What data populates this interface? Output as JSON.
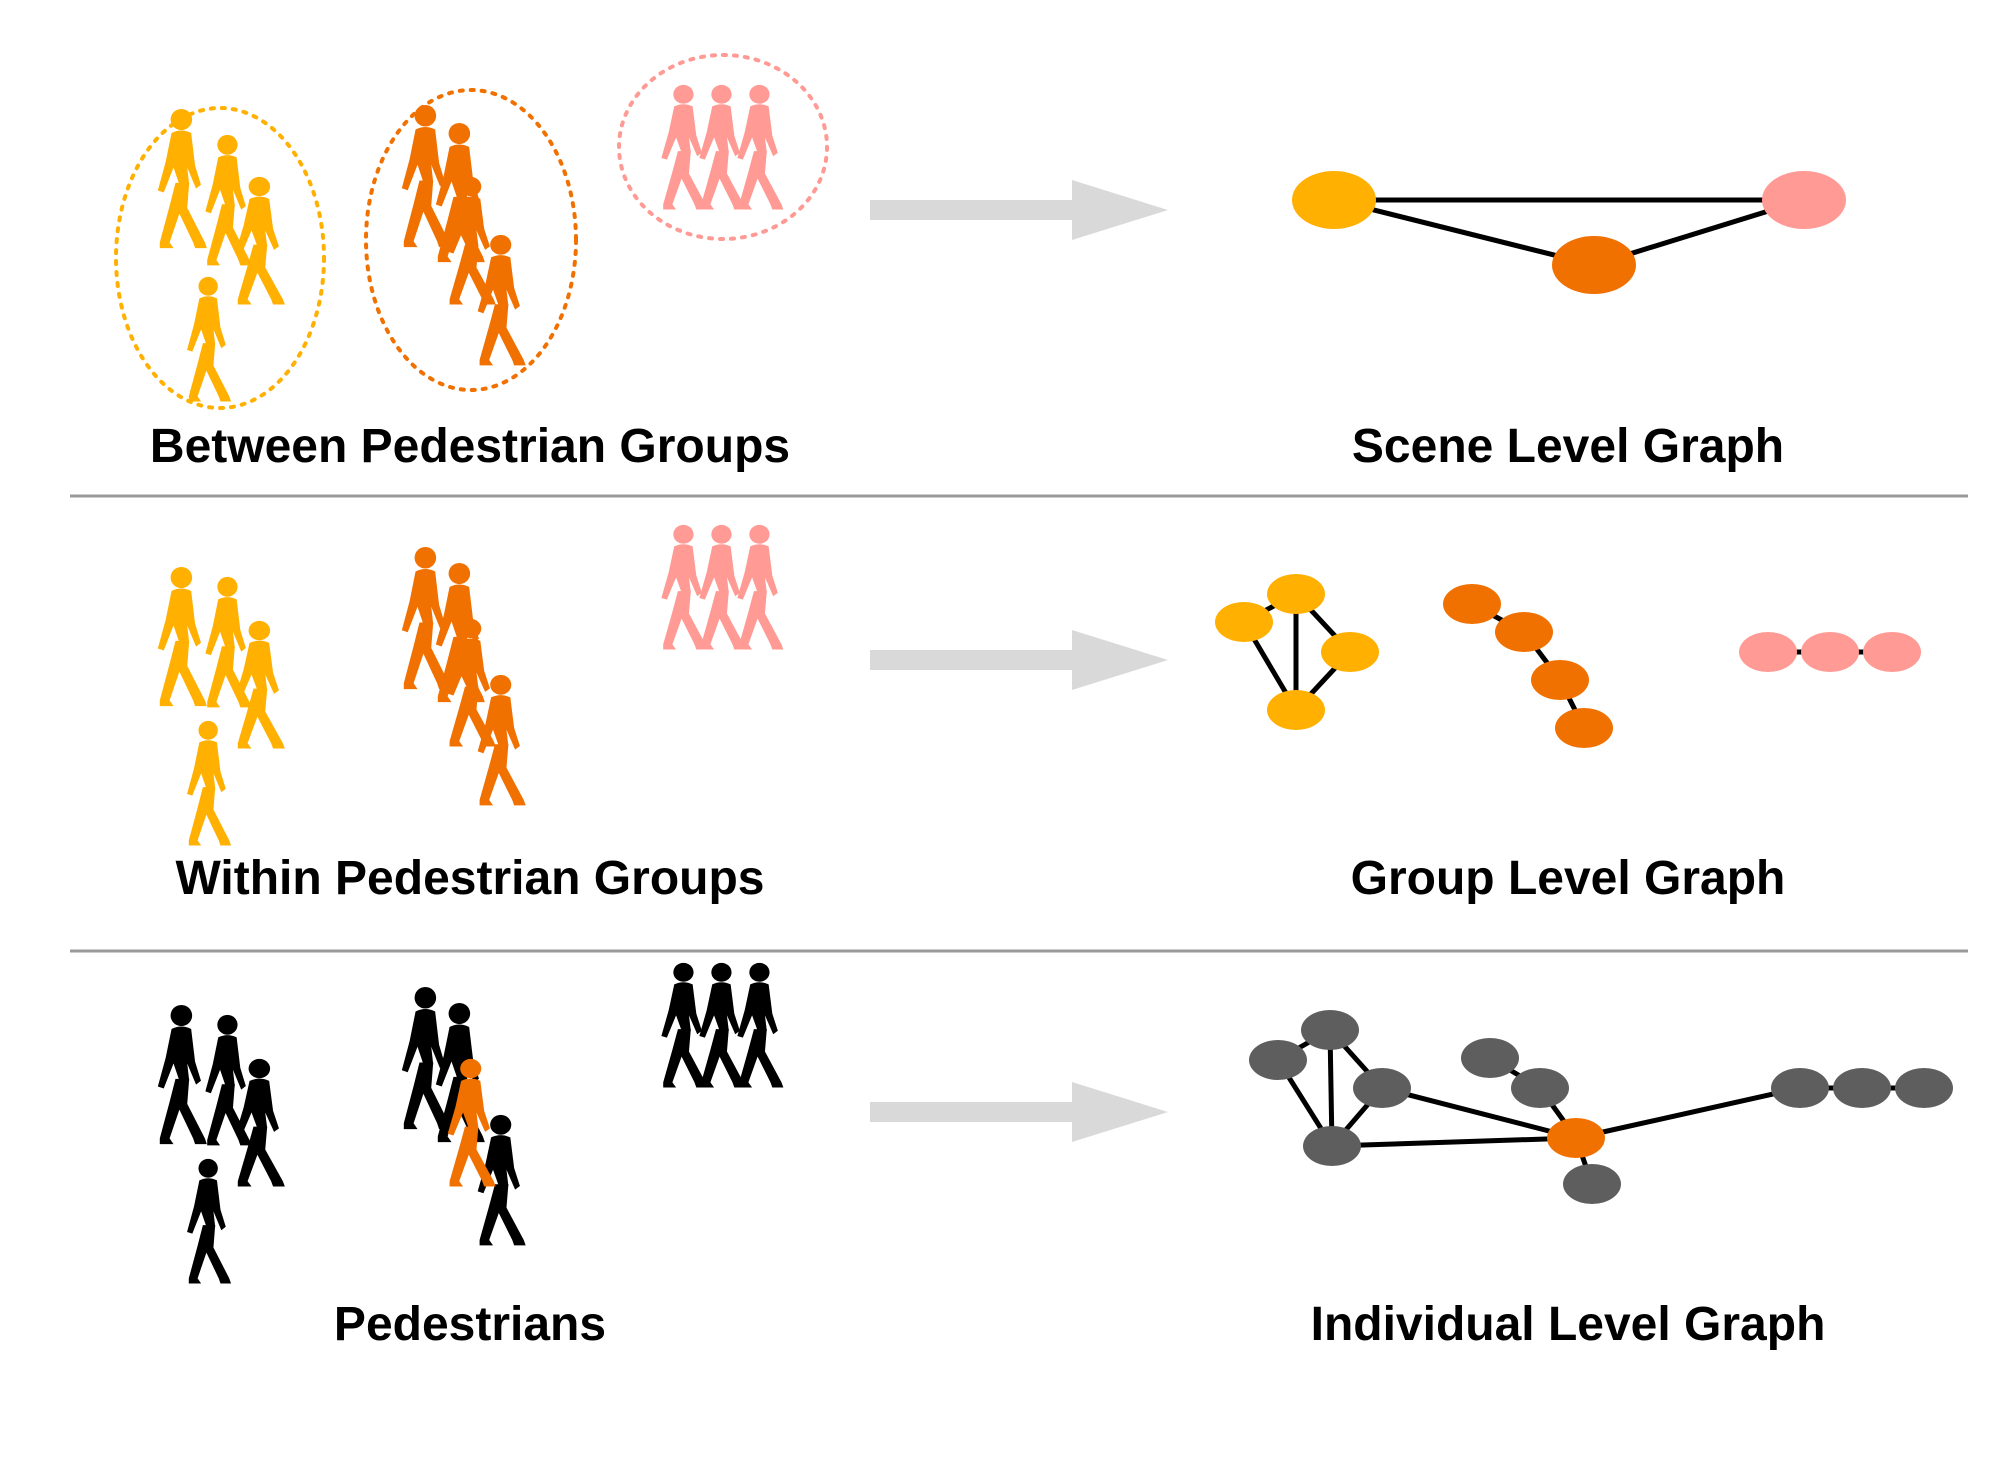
{
  "colors": {
    "yellow": "#FFB000",
    "orange": "#F07000",
    "pink": "#FF9A94",
    "black": "#000000",
    "gray": "#5E5E5E",
    "arrow": "#D9D9D9",
    "separator": "#999999"
  },
  "rows": [
    {
      "left_label": "Between Pedestrian Groups",
      "right_label": "Scene Level Graph"
    },
    {
      "left_label": "Within Pedestrian Groups",
      "right_label": "Group Level Graph"
    },
    {
      "left_label": "Pedestrians",
      "right_label": "Individual Level Graph"
    }
  ],
  "icons": {
    "pedestrian": "walking-person-icon",
    "group_ring": "dotted-ellipse-icon",
    "arrow": "right-arrow-icon"
  }
}
